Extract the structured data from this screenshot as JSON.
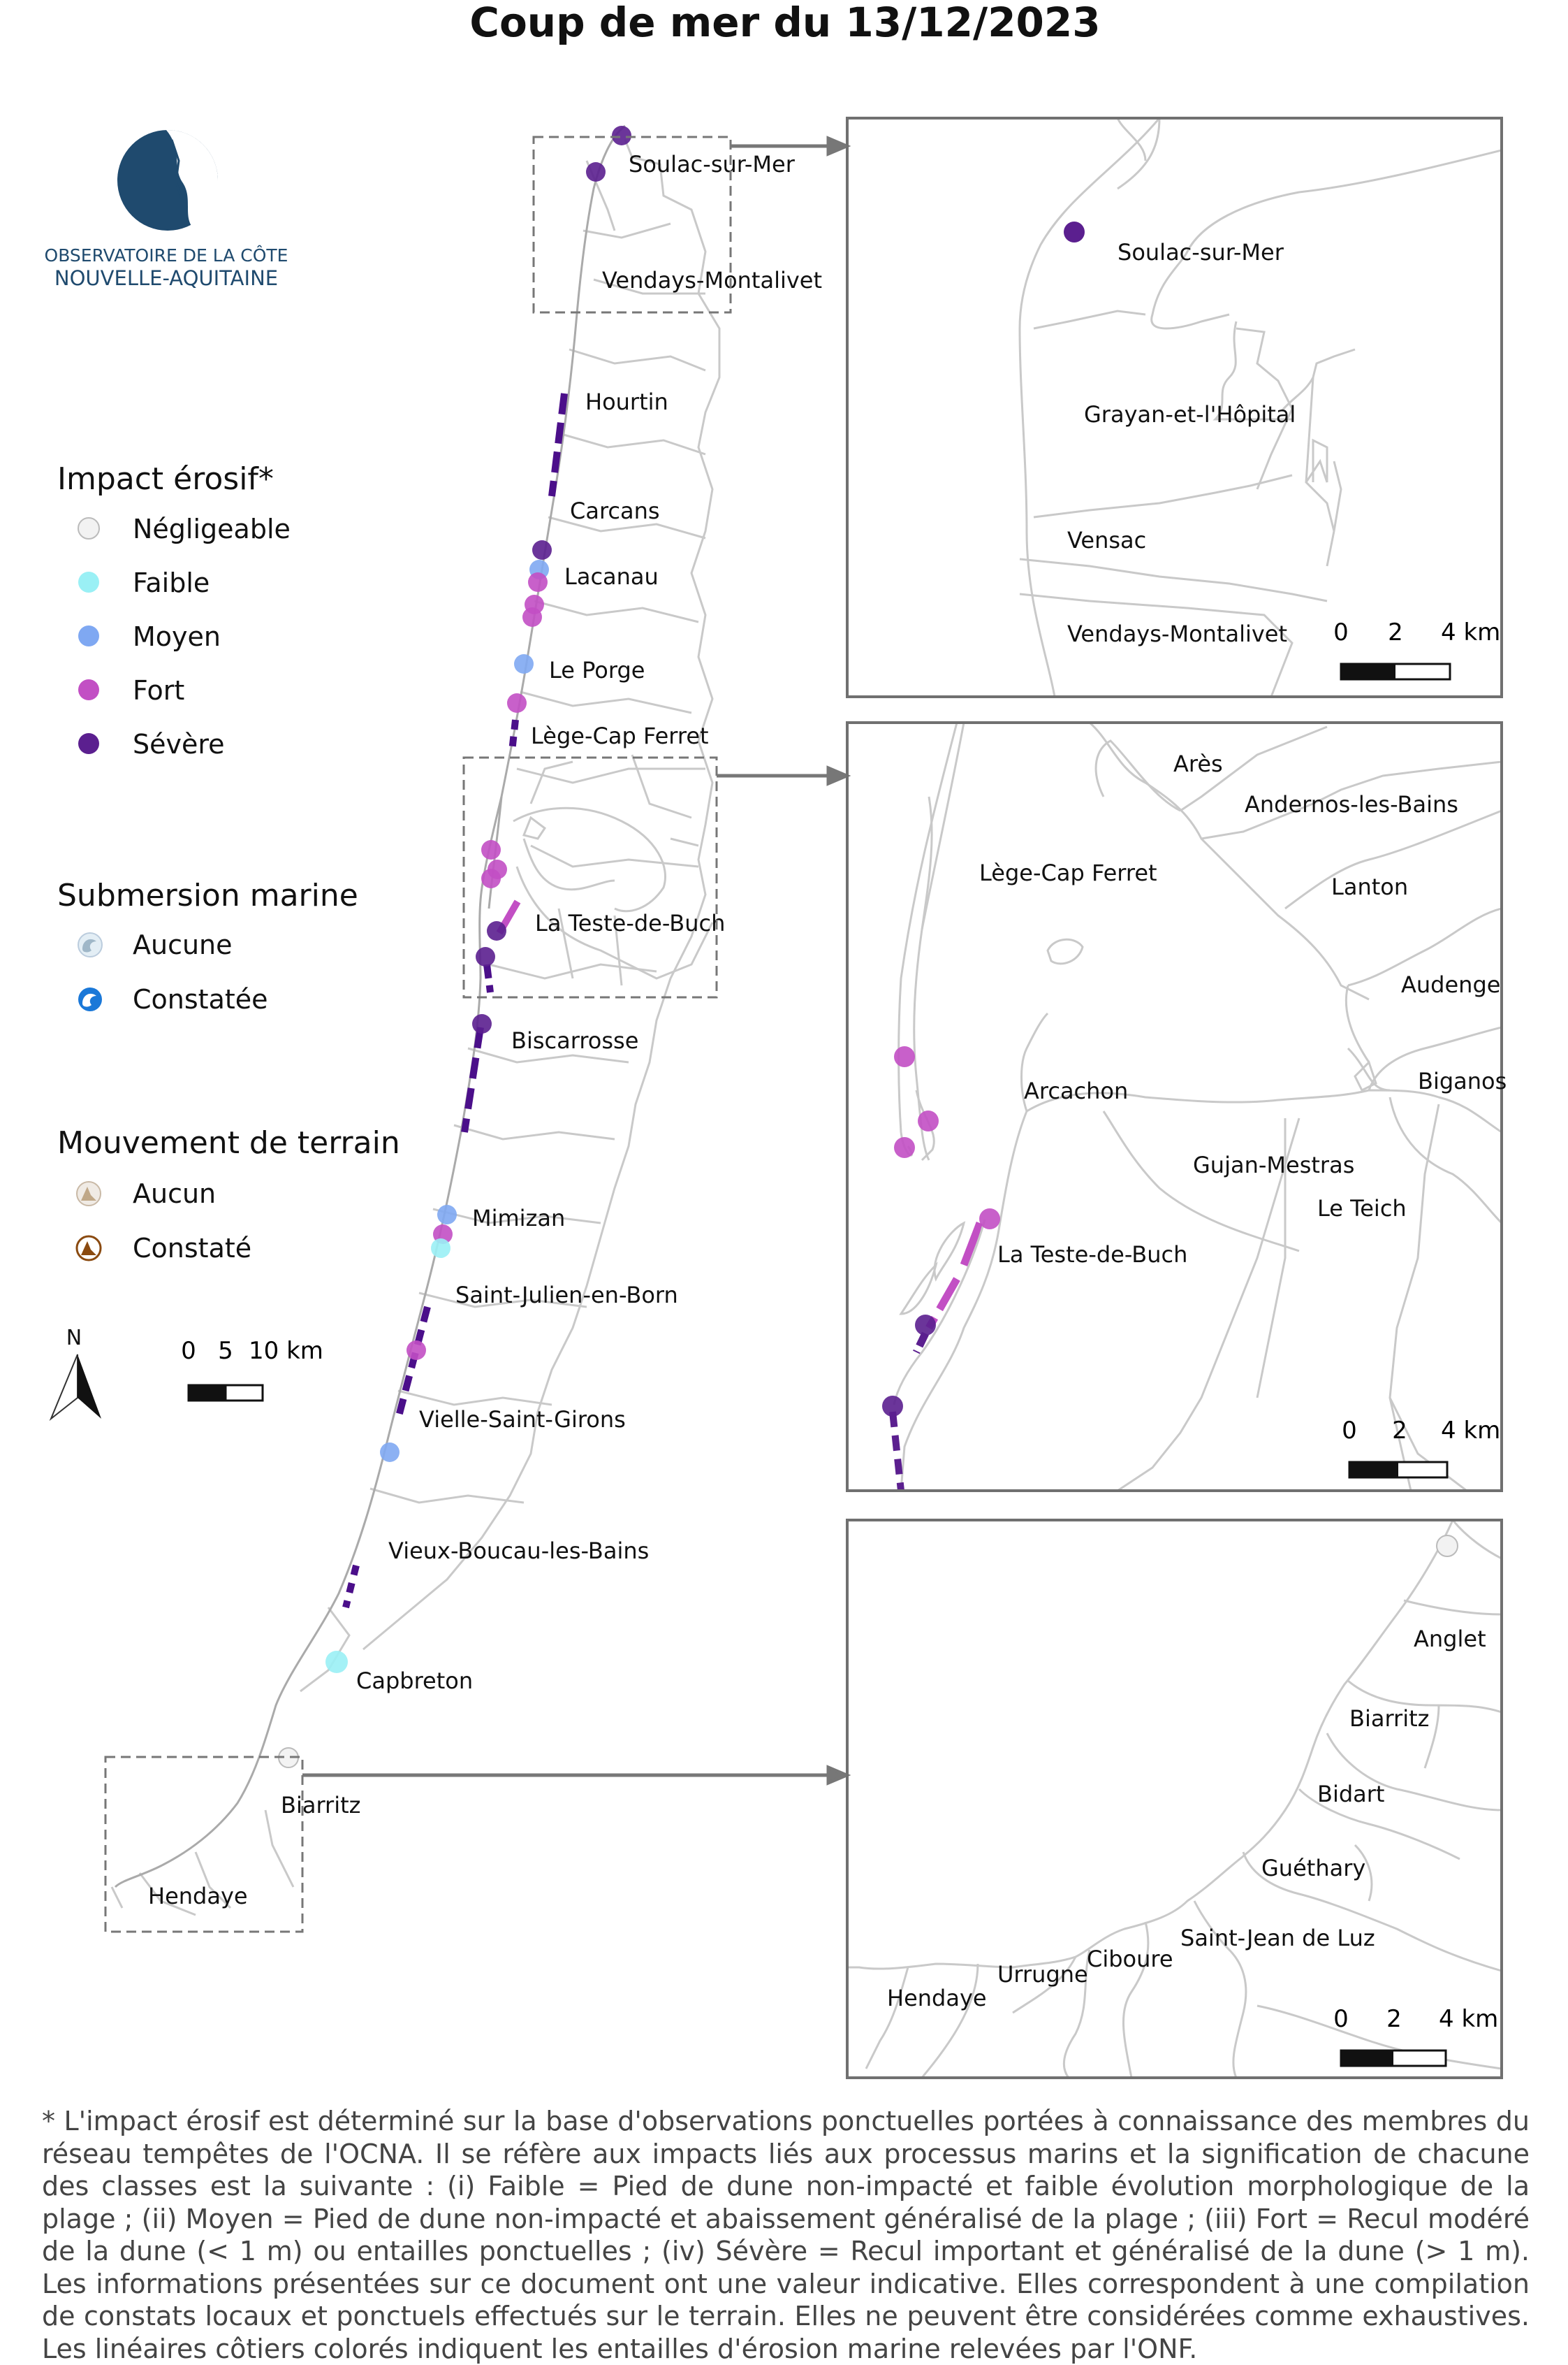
{
  "title": "Coup de mer du 13/12/2023",
  "logo": {
    "line1": "OBSERVATOIRE DE LA CÔTE",
    "line2": "NOUVELLE-AQUITAINE"
  },
  "colors": {
    "negligeable": "#f2f2f2",
    "faible": "#9af0f5",
    "moyen": "#7fa8f2",
    "fort": "#c24fc4",
    "severe": "#5b1f8f",
    "coast_dashed": "#4b0f8a",
    "boundary": "#c9c9c9",
    "frame": "#707070",
    "logo_blue": "#1f4a6e"
  },
  "legend": {
    "impact": {
      "title": "Impact érosif*",
      "items": [
        {
          "label": "Négligeable",
          "color": "#f2f2f2"
        },
        {
          "label": "Faible",
          "color": "#9af0f5"
        },
        {
          "label": "Moyen",
          "color": "#7fa8f2"
        },
        {
          "label": "Fort",
          "color": "#c24fc4"
        },
        {
          "label": "Sévère",
          "color": "#5b1f8f"
        }
      ]
    },
    "submersion": {
      "title": "Submersion marine",
      "items": [
        {
          "label": "Aucune",
          "icon": "wave-none-icon"
        },
        {
          "label": "Constatée",
          "icon": "wave-observed-icon"
        }
      ]
    },
    "terrain": {
      "title": "Mouvement de terrain",
      "items": [
        {
          "label": "Aucun",
          "icon": "landslide-none-icon"
        },
        {
          "label": "Constaté",
          "icon": "landslide-observed-icon"
        }
      ]
    }
  },
  "north_label": "N",
  "main_scale": [
    "0",
    "5",
    "10 km"
  ],
  "inset_scale": [
    "0",
    "2",
    "4 km"
  ],
  "main_map_labels": [
    "Soulac-sur-Mer",
    "Vendays-Montalivet",
    "Hourtin",
    "Carcans",
    "Lacanau",
    "Le Porge",
    "Lège-Cap Ferret",
    "La Teste-de-Buch",
    "Biscarrosse",
    "Mimizan",
    "Saint-Julien-en-Born",
    "Vielle-Saint-Girons",
    "Vieux-Boucau-les-Bains",
    "Capbreton",
    "Biarritz",
    "Hendaye"
  ],
  "inset_north_labels": [
    "Soulac-sur-Mer",
    "Grayan-et-l'Hôpital",
    "Vensac",
    "Vendays-Montalivet"
  ],
  "inset_middle_labels": [
    "Arès",
    "Andernos-les-Bains",
    "Lège-Cap Ferret",
    "Lanton",
    "Audenge",
    "Biganos",
    "Arcachon",
    "Gujan-Mestras",
    "Le Teich",
    "La Teste-de-Buch"
  ],
  "inset_south_labels": [
    "Anglet",
    "Biarritz",
    "Bidart",
    "Guéthary",
    "Saint-Jean de Luz",
    "Ciboure",
    "Urrugne",
    "Hendaye"
  ],
  "observations_main": [
    "severe",
    "severe",
    "severe",
    "moyen",
    "fort",
    "fort",
    "fort",
    "moyen",
    "fort",
    "fort",
    "fort",
    "fort",
    "severe",
    "severe",
    "severe",
    "moyen",
    "fort",
    "faible",
    "fort",
    "moyen",
    "faible",
    "negligeable"
  ],
  "footnote": "* L'impact érosif est déterminé sur la base d'observations ponctuelles portées à connaissance des membres du réseau tempêtes de l'OCNA. Il se réfère aux impacts liés aux processus marins et la signification de chacune des classes est la suivante : (i) Faible = Pied de dune non-impacté et faible évolution morphologique de la plage ; (ii) Moyen = Pied de dune non-impacté et abaissement généralisé de la plage ; (iii) Fort = Recul modéré de la dune (< 1 m) ou entailles ponctuelles ; (iv) Sévère = Recul important et généralisé de la dune (> 1 m). Les informations présentées sur ce document ont une valeur indicative. Elles correspondent à une compilation de constats locaux et ponctuels effectués sur le terrain. Elles ne peuvent être considérées comme exhaustives. Les linéaires côtiers colorés indiquent les entailles d'érosion marine relevées par l'ONF."
}
